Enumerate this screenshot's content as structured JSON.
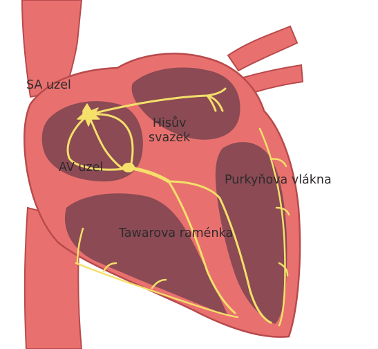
{
  "labels": {
    "sa_node": "SA uzel",
    "his_bundle_line1": "Hisův",
    "his_bundle_line2": "svazek",
    "av_node": "AV uzel",
    "purkinje_fibers": "Purkyňova vlákna",
    "bundle_branches": "Tawarova raménka"
  },
  "colors": {
    "background": "#ffffff",
    "wall": "#e8716f",
    "wall_edge": "#b84a4c",
    "chamber": "#8b4a54",
    "conduction": "#f4e06a",
    "label_text": "#2e2a2b"
  }
}
